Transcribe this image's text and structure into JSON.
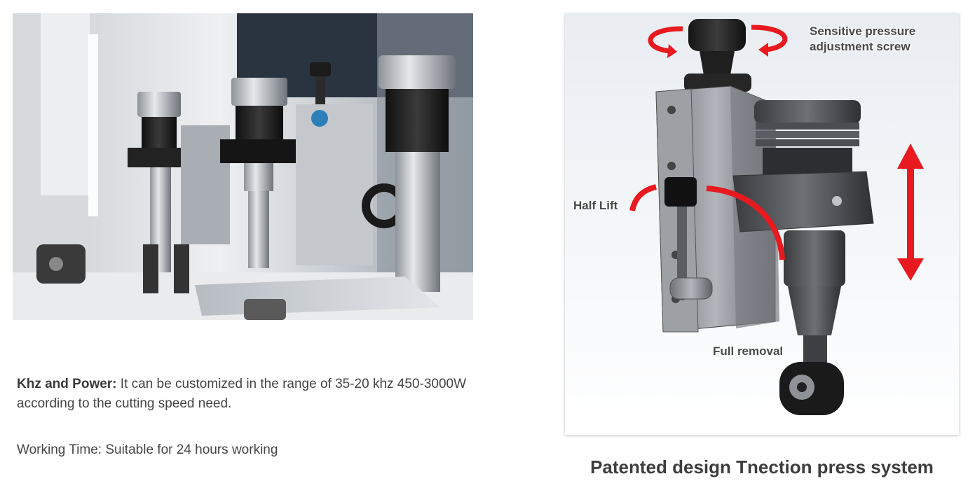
{
  "photo": {
    "icon": "ultrasonic-cutting-machines-photo"
  },
  "specs": {
    "khz_label": "Khz and Power:",
    "khz_text": " It can be customized in the range of 35-20 khz 450-3000W according to the cutting speed need.",
    "working_time": "Working Time: Suitable for 24 hours working"
  },
  "diagram": {
    "callouts": {
      "pressure_line1": "Sensitive pressure",
      "pressure_line2": "adjustment screw",
      "half_lift": "Half Lift",
      "full_removal": "Full removal"
    },
    "caption": "Patented design Tnection press system",
    "colors": {
      "arrow": "#e8191f",
      "metal": "#8a8e93",
      "dark": "#2b2b2b"
    }
  }
}
